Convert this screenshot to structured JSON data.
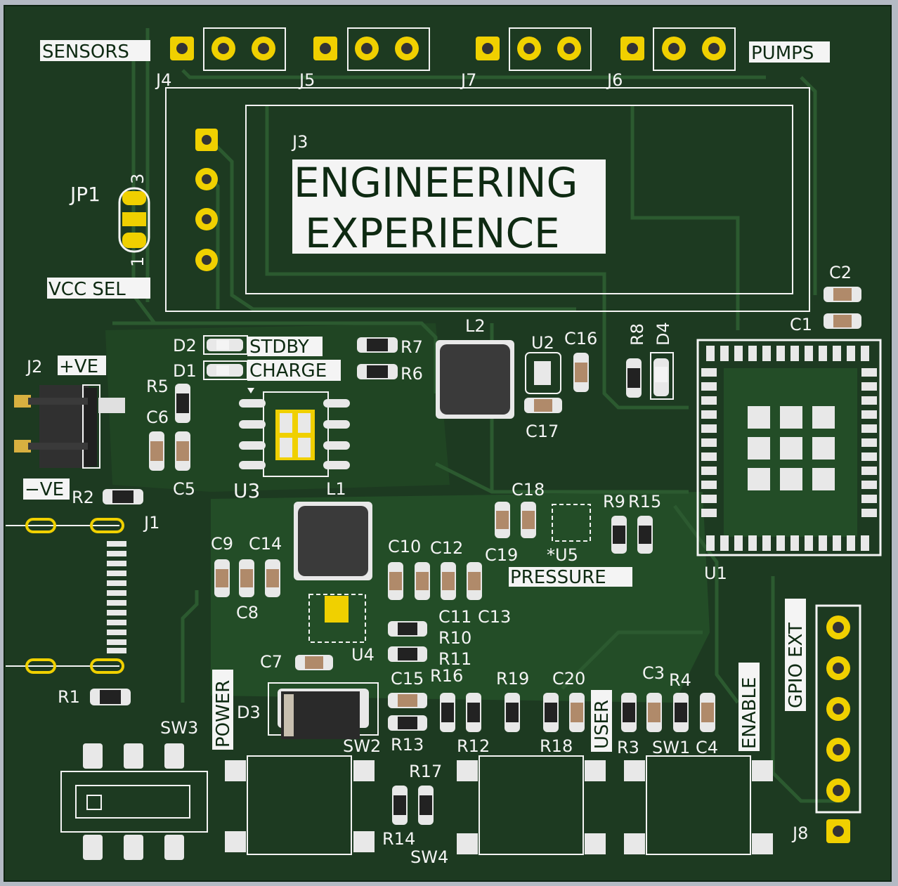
{
  "board": {
    "colors": {
      "board_edge": "#b4bac4",
      "soldermask": "#1d3a21",
      "copper_pour": "#234d27",
      "silkscreen": "#f4f4f4",
      "pad_gold": "#f0d000",
      "pad_silver": "#e8e8e8",
      "component_body": "#3a3a3a"
    },
    "labels": {
      "sensors": "SENSORS",
      "pumps": "PUMPS",
      "vcc_sel": "VCC SEL",
      "stdby": "STDBY",
      "charge": "CHARGE",
      "plus_ve": "+VE",
      "minus_ve": "−VE",
      "pressure": "PRESSURE",
      "gpio_ext": "GPIO EXT",
      "power": "POWER",
      "user": "USER",
      "enable": "ENABLE",
      "title_line1": "ENGINEERING",
      "title_line2": "EXPERIENCE",
      "jp1_pin3": "3",
      "jp1_pin1": "1"
    },
    "designators": {
      "J1": "J1",
      "J2": "J2",
      "J3": "J3",
      "J4": "J4",
      "J5": "J5",
      "J6": "J6",
      "J7": "J7",
      "J8": "J8",
      "JP1": "JP1",
      "U1": "U1",
      "U2": "U2",
      "U3": "U3",
      "U4": "U4",
      "U5": "*U5",
      "L1": "L1",
      "L2": "L2",
      "D1": "D1",
      "D2": "D2",
      "D3": "D3",
      "D4": "D4",
      "SW1": "SW1",
      "SW2": "SW2",
      "SW3": "SW3",
      "SW4": "SW4",
      "C1": "C1",
      "C2": "C2",
      "C3": "C3",
      "C4": "C4",
      "C5": "C5",
      "C6": "C6",
      "C7": "C7",
      "C8": "C8",
      "C9": "C9",
      "C10": "C10",
      "C11": "C11",
      "C12": "C12",
      "C13": "C13",
      "C14": "C14",
      "C15": "C15",
      "C16": "C16",
      "C17": "C17",
      "C18": "C18",
      "C19": "C19",
      "C20": "C20",
      "R1": "R1",
      "R2": "R2",
      "R3": "R3",
      "R4": "R4",
      "R5": "R5",
      "R6": "R6",
      "R7": "R7",
      "R8": "R8",
      "R9": "R9",
      "R10": "R10",
      "R11": "R11",
      "R12": "R12",
      "R13": "R13",
      "R14": "R14",
      "R15": "R15",
      "R16": "R16",
      "R17": "R17",
      "R18": "R18",
      "R19": "R19"
    }
  }
}
